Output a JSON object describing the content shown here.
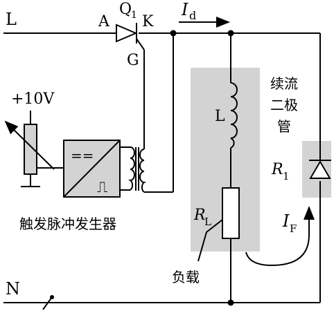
{
  "terminals": {
    "line": "L",
    "neutral": "N"
  },
  "thyristor": {
    "name_main": "Q",
    "name_sub": "1",
    "anode": "A",
    "cathode": "K",
    "gate": "G"
  },
  "current_id": {
    "main": "I",
    "sub": "d"
  },
  "supply": {
    "label": "+10V"
  },
  "trigger": {
    "caption": "触发脉冲发生器",
    "dc_symbol": "==",
    "pulse_symbol": "⎍"
  },
  "load": {
    "inductor_label": "L",
    "resistor_main": "R",
    "resistor_sub": "L",
    "caption": "负载"
  },
  "freewheel": {
    "title_line1": "续流",
    "title_line2": "二极",
    "title_line3": "管",
    "r_main": "R",
    "r_sub": "1"
  },
  "current_if": {
    "main": "I",
    "sub": "F"
  },
  "colors": {
    "load_box": "#d3d3d3",
    "diode_box": "#d3d3d3",
    "wire": "#000000"
  }
}
